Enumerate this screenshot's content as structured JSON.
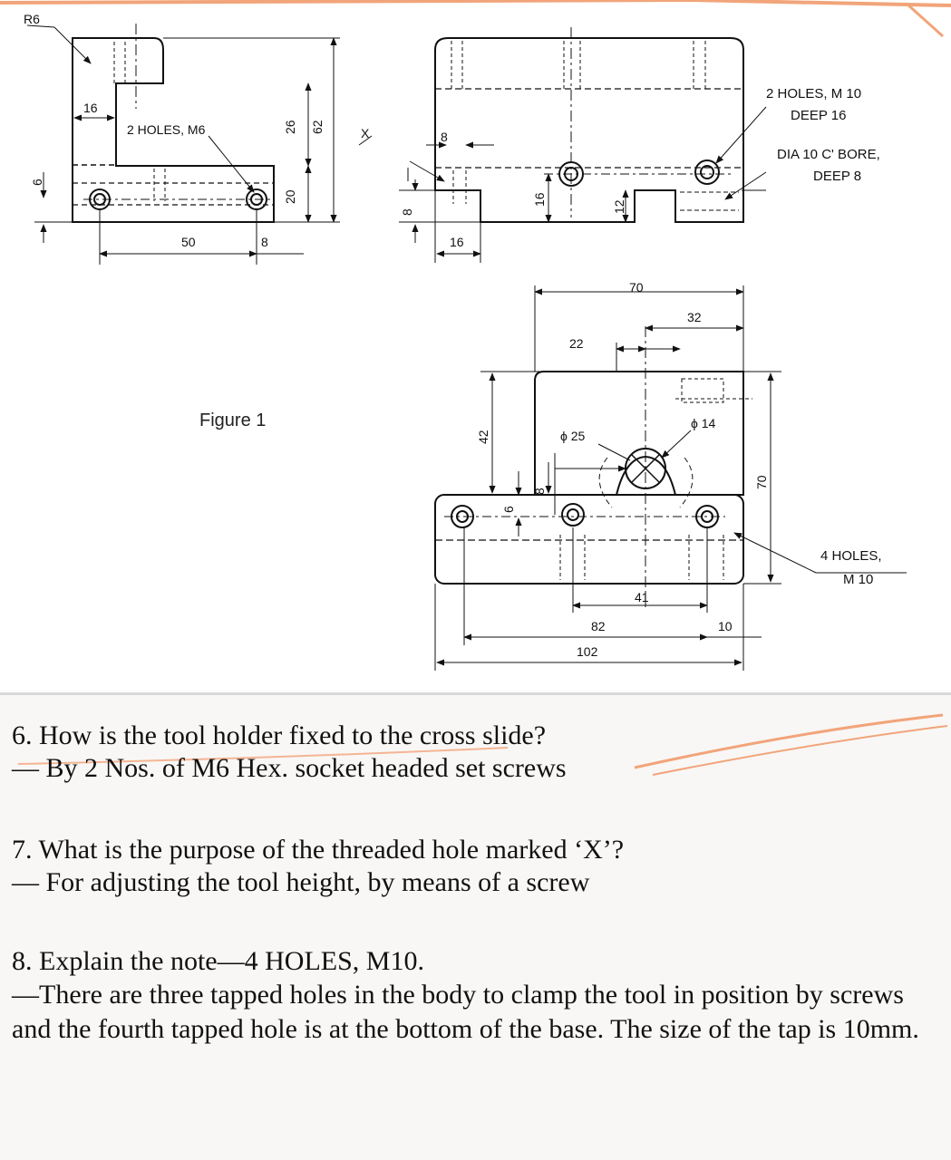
{
  "drawing": {
    "caption": "Figure 1",
    "marker": "X",
    "notes": {
      "r6": "R6",
      "holes_m6": "2 HOLES, M6",
      "holes_m10_1": "2 HOLES, M 10",
      "holes_m10_2": "DEEP 16",
      "cbore_1": "DIA 10 C' BORE,",
      "cbore_2": "DEEP 8",
      "four_holes_1": "4 HOLES,",
      "four_holes_2": "M 10"
    },
    "dims": {
      "d16a": "16",
      "d26": "26",
      "d62": "62",
      "d20": "20",
      "d6a": "6",
      "d50": "50",
      "d8a": "8",
      "d8b": "8",
      "d8c": "8",
      "d16b": "16",
      "d16c": "16",
      "d12": "12",
      "d70a": "70",
      "d32": "32",
      "d22": "22",
      "d42": "42",
      "d25": "ϕ 25",
      "d14": "ϕ 14",
      "d70b": "70",
      "d6b": "6",
      "d8d": "8",
      "d41": "41",
      "d82": "82",
      "d10": "10",
      "d102": "102"
    }
  },
  "qa": {
    "q6": "6. How is the tool holder fixed to the cross slide?",
    "a6": "— By 2 Nos. of M6 Hex. socket headed set screws",
    "q7": "7. What is the purpose of the threaded hole marked ‘X’?",
    "a7": "— For adjusting the tool height, by means of a screw",
    "q8": "8. Explain the note—4 HOLES, M10.",
    "a8": "—There are three tapped holes in the body to clamp the tool in position by screws and the fourth tapped hole is at the bottom of the base. The size of the tap is 10mm."
  },
  "colors": {
    "accent_line": "#f2a47a",
    "ink": "#111111"
  }
}
